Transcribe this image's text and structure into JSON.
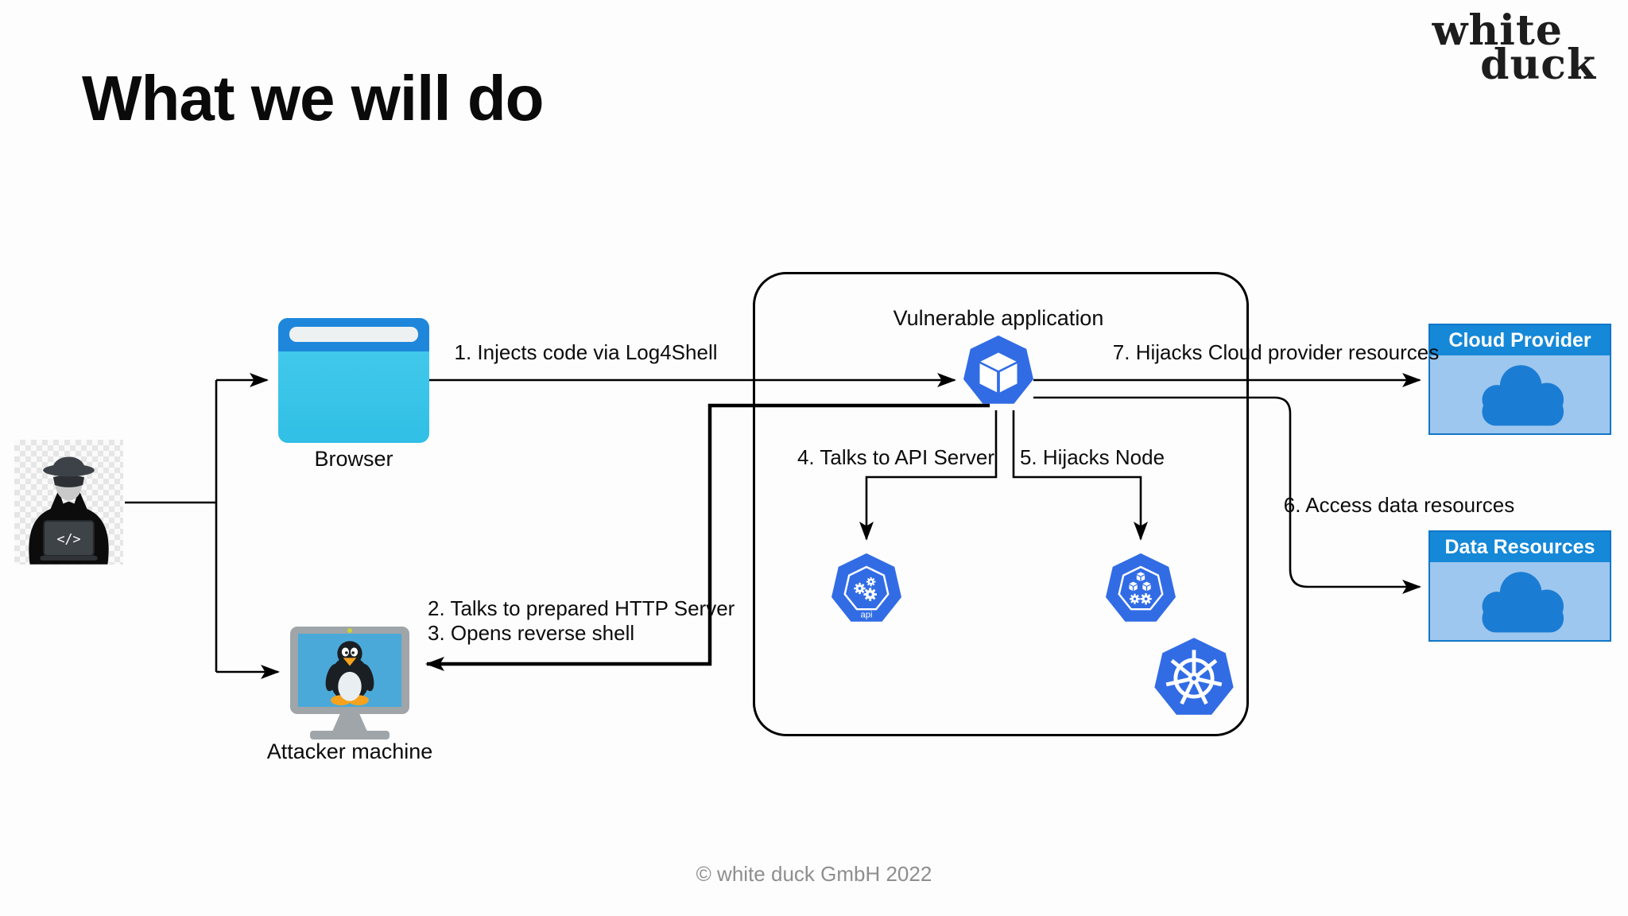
{
  "slide": {
    "title": "What we will do",
    "footer": "© white duck GmbH 2022",
    "logo_line1": "white",
    "logo_line2": "duck"
  },
  "nodes": {
    "browser_label": "Browser",
    "attacker_machine_label": "Attacker machine",
    "vulnerable_app_label": "Vulnerable application",
    "api_server_badge": "api",
    "attacker_laptop_code": "</>",
    "cloud_provider_title": "Cloud Provider",
    "data_resources_title": "Data Resources"
  },
  "edges": {
    "e1": "1. Injects code via Log4Shell",
    "e2": "2. Talks to prepared HTTP Server",
    "e3": "3. Opens reverse shell",
    "e4": "4. Talks to API Server",
    "e5": "5. Hijacks Node",
    "e6": "6. Access data resources",
    "e7": "7. Hijacks Cloud provider resources"
  },
  "colors": {
    "kubernetes_blue": "#326CE5",
    "browser_top_bar": "#1E87DC",
    "browser_body": "#3EC7E9",
    "box_header_blue": "#1588D8",
    "box_body_blue": "#9DC7EE",
    "cloud_shape_blue": "#1B7CD4",
    "monitor_screen_blue": "#4AA9D9",
    "connector_black": "#000000",
    "footer_gray": "#8E8E8E"
  }
}
